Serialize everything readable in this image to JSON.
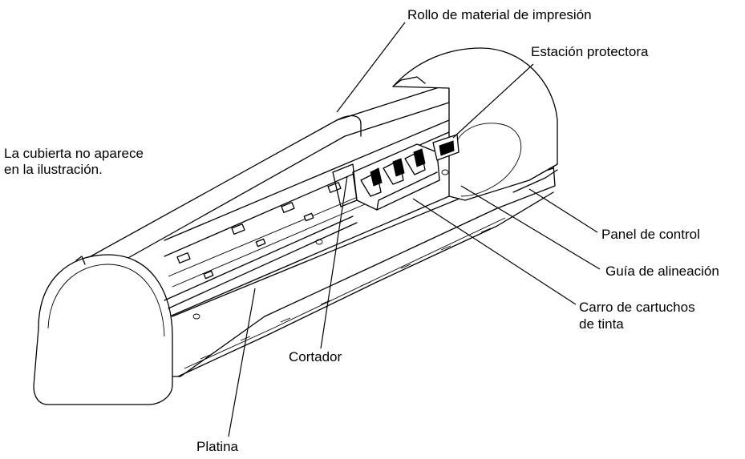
{
  "labels": {
    "roll": "Rollo de material de impresión",
    "station": "Estación protectora",
    "cover_line1": "La cubierta no aparece",
    "cover_line2": "en la ilustración.",
    "panel": "Panel de control",
    "guide": "Guía de alineación",
    "carriage_line1": "Carro de cartuchos",
    "carriage_line2": "de tinta",
    "cutter": "Cortador",
    "platen": "Platina"
  }
}
